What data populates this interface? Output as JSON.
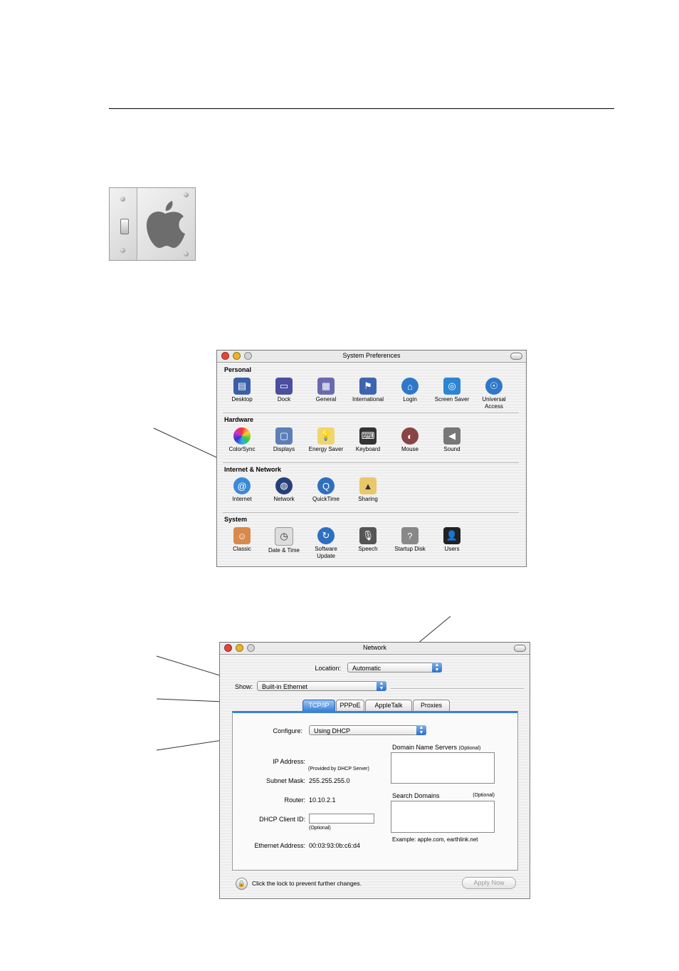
{
  "sysprefs": {
    "title": "System Preferences",
    "sections": [
      {
        "label": "Personal",
        "items": [
          "Desktop",
          "Dock",
          "General",
          "International",
          "Login",
          "Screen Saver",
          "Universal Access"
        ]
      },
      {
        "label": "Hardware",
        "items": [
          "ColorSync",
          "Displays",
          "Energy Saver",
          "Keyboard",
          "Mouse",
          "Sound"
        ]
      },
      {
        "label": "Internet & Network",
        "items": [
          "Internet",
          "Network",
          "QuickTime",
          "Sharing"
        ]
      },
      {
        "label": "System",
        "items": [
          "Classic",
          "Date & Time",
          "Software Update",
          "Speech",
          "Startup Disk",
          "Users"
        ]
      }
    ]
  },
  "network": {
    "title": "Network",
    "location_label": "Location:",
    "location_value": "Automatic",
    "show_label": "Show:",
    "show_value": "Built-in Ethernet",
    "tabs": [
      "TCP/IP",
      "PPPoE",
      "AppleTalk",
      "Proxies"
    ],
    "configure_label": "Configure:",
    "configure_value": "Using DHCP",
    "ip_label": "IP Address:",
    "ip_note": "(Provided by DHCP Server)",
    "subnet_label": "Subnet Mask:",
    "subnet_value": "255.255.255.0",
    "router_label": "Router:",
    "router_value": "10.10.2.1",
    "dhcp_label": "DHCP Client ID:",
    "dhcp_note": "(Optional)",
    "ether_label": "Ethernet Address:",
    "ether_value": "00:03:93:0b:c6:d4",
    "dns_label": "Domain Name Servers",
    "dns_opt": "(Optional)",
    "search_label": "Search Domains",
    "search_opt": "(Optional)",
    "example": "Example: apple.com, earthlink.net",
    "lock_text": "Click the lock to prevent further changes.",
    "apply_label": "Apply Now"
  },
  "colors": {
    "red": "#e2463b",
    "yellow": "#e8b52a",
    "green": "#6cc04a",
    "accent": "#3b82d6"
  }
}
